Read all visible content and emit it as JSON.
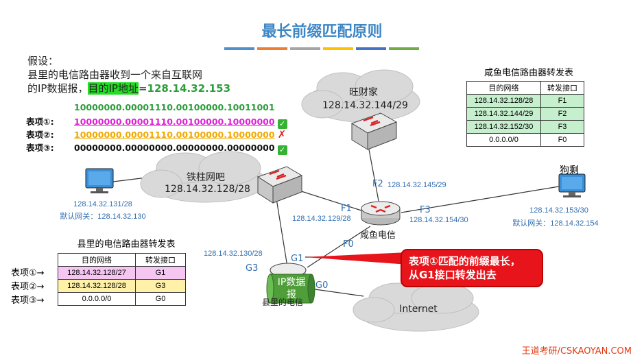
{
  "title": "最长前缀匹配原则",
  "title_bar_colors": [
    "#4f8fcd",
    "#ed7d31",
    "#a5a5a5",
    "#ffc000",
    "#4472c4",
    "#70ad47"
  ],
  "assumption": {
    "heading": "假设：",
    "line1": "县里的电信路由器收到一个来自互联网",
    "line2_prefix": "的IP数据报，",
    "dest_label": "目的IP地址",
    "dest_eq": "=",
    "dest_ip": "128.14.32.153"
  },
  "binary": {
    "dest_bits": "10000000.00001110.00100000.10011001",
    "entries": [
      {
        "label": "表项①:",
        "bits": "10000000.00001110.00100000.10000000",
        "color": "#e020d8",
        "match": true,
        "mark": "✓"
      },
      {
        "label": "表项②:",
        "bits": "10000000.00001110.00100000.10000000",
        "color": "#f2a900",
        "match": false,
        "mark": "✗"
      },
      {
        "label": "表项③:",
        "bits": "00000000.00000000.00000000.00000000",
        "color": "#111111",
        "match": true,
        "mark": "✓"
      }
    ]
  },
  "xianyu_table": {
    "caption": "咸鱼电信路由器转发表",
    "headers": [
      "目的网络",
      "转发接口"
    ],
    "rows": [
      {
        "net": "128.14.32.128/28",
        "port": "F1",
        "color": "#c6efce"
      },
      {
        "net": "128.14.32.144/29",
        "port": "F2",
        "color": "#c6efce"
      },
      {
        "net": "128.14.32.152/30",
        "port": "F3",
        "color": "#c6efce"
      },
      {
        "net": "0.0.0.0/0",
        "port": "F0",
        "color": "#ffffff"
      }
    ]
  },
  "county_table": {
    "caption": "县里的电信路由器转发表",
    "headers": [
      "目的网络",
      "转发接口"
    ],
    "row_labels": [
      "表项①→",
      "表项②→",
      "表项③→"
    ],
    "rows": [
      {
        "net": "128.14.32.128/27",
        "port": "G1",
        "color": "#f6c6f3"
      },
      {
        "net": "128.14.32.128/28",
        "port": "G3",
        "color": "#fff2a8"
      },
      {
        "net": "0.0.0.0/0",
        "port": "G0",
        "color": "#ffffff"
      }
    ]
  },
  "network": {
    "cloud_wangcai": {
      "name": "旺财家",
      "net": "128.14.32.144/29"
    },
    "cloud_tiezhu": {
      "name": "铁柱网吧",
      "net": "128.14.32.128/28"
    },
    "cloud_internet": {
      "name": "Internet"
    },
    "pc_left": {
      "ip": "128.14.32.131/28",
      "gateway": "默认网关：128.14.32.130"
    },
    "pc_right": {
      "name": "狗剩",
      "ip": "128.14.32.153/30",
      "gateway": "默认网关：128.14.32.154"
    },
    "router_xianyu": "咸鱼电信",
    "router_county": "县里的电信",
    "ports": {
      "f1": "F1",
      "f1_ip": "128.14.32.129/28",
      "f2": "F2",
      "f2_ip": "128.14.32.145/29",
      "f3": "F3",
      "f3_ip": "128.14.32.154/30",
      "f0": "F0",
      "g1": "G1",
      "g3": "G3",
      "g3_ip": "128.14.32.130/28",
      "g0": "G0"
    },
    "packet_label": "IP数据报"
  },
  "callout": {
    "line1": "表项①匹配的前缀最长，",
    "line2": "从G1接口转发出去"
  },
  "footer": "王道考研/CSKAOYAN.COM"
}
